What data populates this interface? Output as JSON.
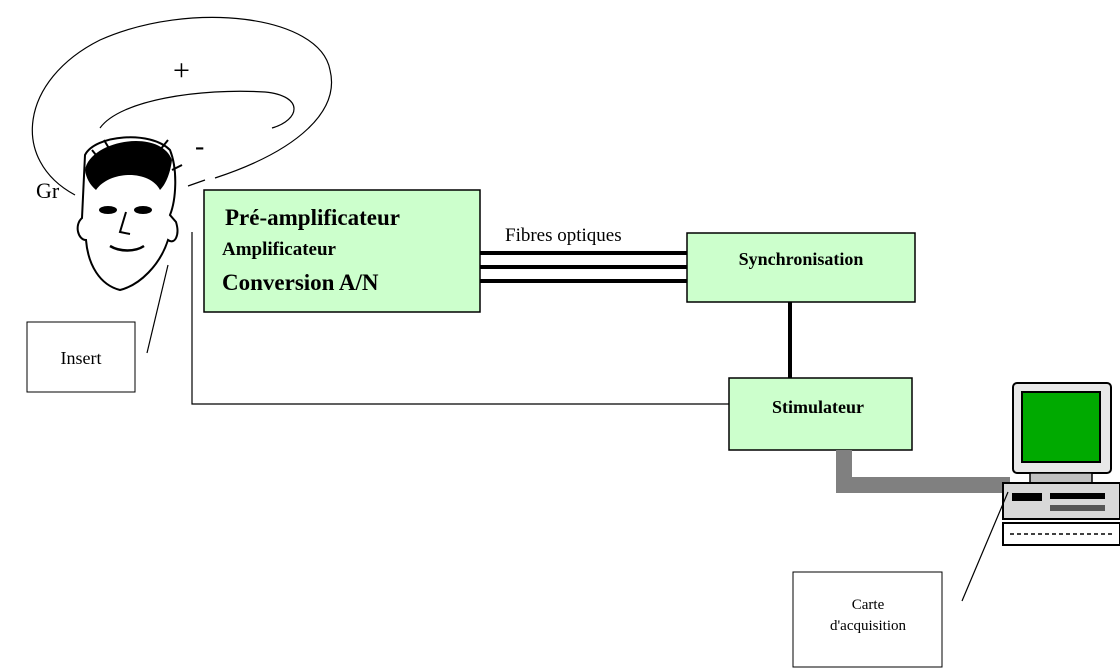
{
  "electrodes": {
    "plus": "+",
    "minus": "-",
    "ground": "Gr"
  },
  "boxes": {
    "preamp": {
      "line1": "Pré-amplificateur",
      "line2": "Amplificateur",
      "line3": "Conversion A/N"
    },
    "sync": "Synchronisation",
    "stim": "Stimulateur",
    "insert": "Insert",
    "carte": {
      "line1": "Carte",
      "line2": "d'acquisition"
    }
  },
  "link_label": "Fibres optiques",
  "colors": {
    "box_fill": "#ccffcc",
    "screen": "#00aa00",
    "cable": "#808080"
  },
  "icons": {
    "subject": "head-icon",
    "computer": "computer-icon"
  }
}
